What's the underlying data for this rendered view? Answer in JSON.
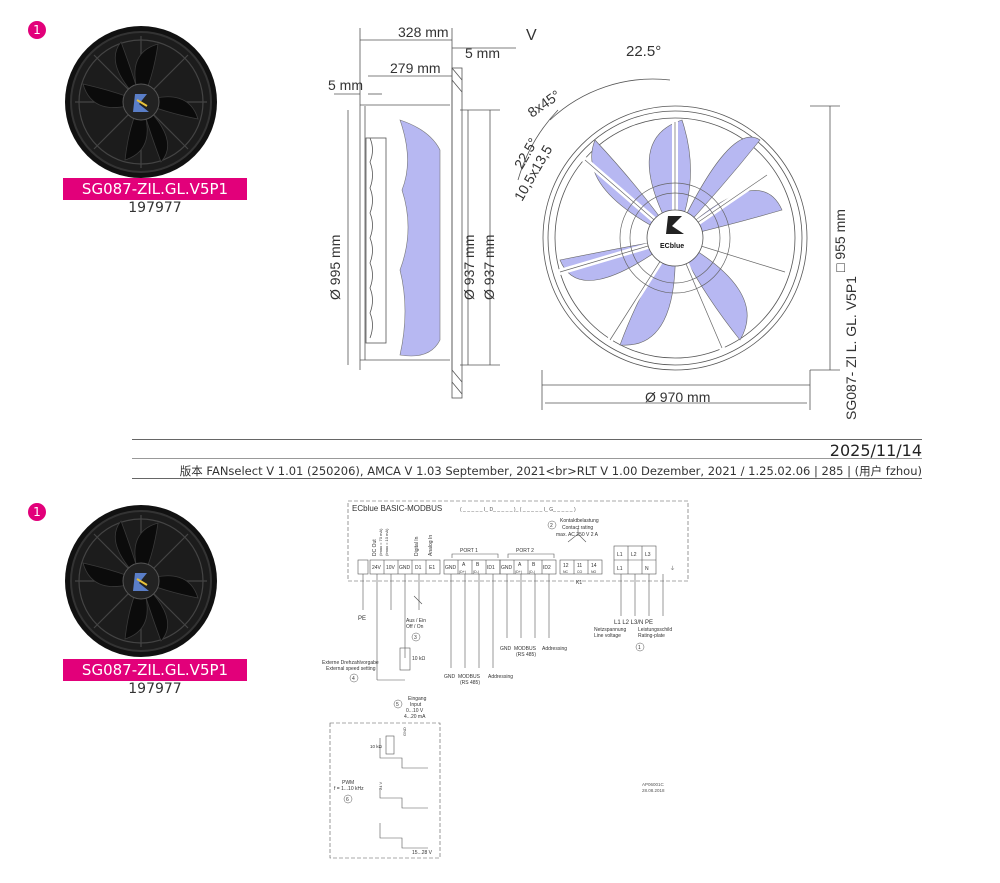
{
  "product": {
    "badge_number": "1",
    "model": "SG087-ZIL.GL.V5P1",
    "article_number": "197977",
    "fan_logo_text": "ECblue"
  },
  "dimensions": {
    "depth_total": "328 mm",
    "depth_body": "279 mm",
    "flange_left": "5 mm",
    "flange_right": "5 mm",
    "view_label": "V",
    "diameter_outer": "Ø 995 mm",
    "diameter_inner_1": "Ø 937 mm",
    "diameter_inner_2": "Ø 937 mm",
    "angle_top": "22.5°",
    "hole_pattern": "8x45°",
    "angle_side": "22.5°",
    "hole_size": "10,5x13,5",
    "square_size": "□ 955 mm",
    "bolt_circle": "Ø 970 mm",
    "drawing_model_vertical": "SG087- Zl L. GL. V5P1"
  },
  "footer": {
    "date": "2025/11/14",
    "version_text": "版本  FANselect V 1.01 (250206), AMCA V 1.03 September, 2021<br>RLT V 1.00 Dezember, 2021 / 1.25.02.06 | 285 | (用户 fzhou)"
  },
  "wiring": {
    "title": "ECblue BASIC-MODBUS",
    "title_dots": "( _ _ _ _ _ I_ D_ _ _ _ _ )_ ( _ _ _ _ _ I_ G_ _ _ _ _ )",
    "dc_out": "DC Out",
    "dc_out_sub1": "(Imax = 70 mA)",
    "dc_out_sub2": "(Imax = 10 mA)",
    "digital_in": "Digital In",
    "analog_in": "Analog In",
    "port1": "PORT 1",
    "port2": "PORT 2",
    "contact_circle": "2",
    "contact_de": "Kontaktbelastung",
    "contact_en": "Contact rating",
    "contact_max": "max. AC 250 V 2 A",
    "terminals_left": [
      "24V",
      "10V",
      "GND",
      "D1",
      "E1"
    ],
    "terminals_port1": [
      "GND",
      "A",
      "B",
      "ID1"
    ],
    "terminals_port2": [
      "GND",
      "A",
      "B",
      "ID2"
    ],
    "port_sub_a": "(D+)",
    "port_sub_b": "(D-)",
    "relay_terminals": [
      "12",
      "11",
      "14"
    ],
    "relay_sub": [
      "NC",
      "CO",
      "NO"
    ],
    "k1": "K1",
    "power_top": [
      "L1",
      "L2",
      "L3"
    ],
    "power_bottom": [
      "L1",
      "",
      "N"
    ],
    "pe": "PE",
    "power_lines": "L1   L2  L3/N  PE",
    "netz_de": "Netzspannung",
    "netz_en": "Line voltage",
    "leistung_de": "Leistungsschild",
    "leistung_en": "Rating-plate",
    "circle1": "1",
    "aus_ein": "Aus / Ein",
    "off_on": "Off / On",
    "circle3": "3",
    "resistor": "10 kΩ",
    "ext_de": "Externe Drehzahlvorgabe",
    "ext_en": "External speed setting",
    "circle4": "4",
    "gnd_mid": "GND",
    "modbus_mid": "MODBUS",
    "rs485_mid": "(RS 485)",
    "addressing_mid": "Addressing",
    "gnd_left": "GND",
    "modbus_left": "MODBUS",
    "rs485_left": "(RS 485)",
    "addressing_left": "Addressing",
    "circle5": "5",
    "eingang": "Eingang",
    "input": "Input",
    "input_v": "0...10 V",
    "input_ma": "4...20 mA",
    "resistor2": "10 kΩ",
    "gnd_small": "GND",
    "pwm": "PWM",
    "pwm_freq": "f = 1...10 kHz",
    "circle6": "6",
    "v24_small": "24 V",
    "v15_28": "15...28 V",
    "code": "AP06001C",
    "code_date": "28.08.2018",
    "pe_left": "PE"
  },
  "colors": {
    "brand": "#e2007a",
    "blade": "#b7b8f2"
  }
}
